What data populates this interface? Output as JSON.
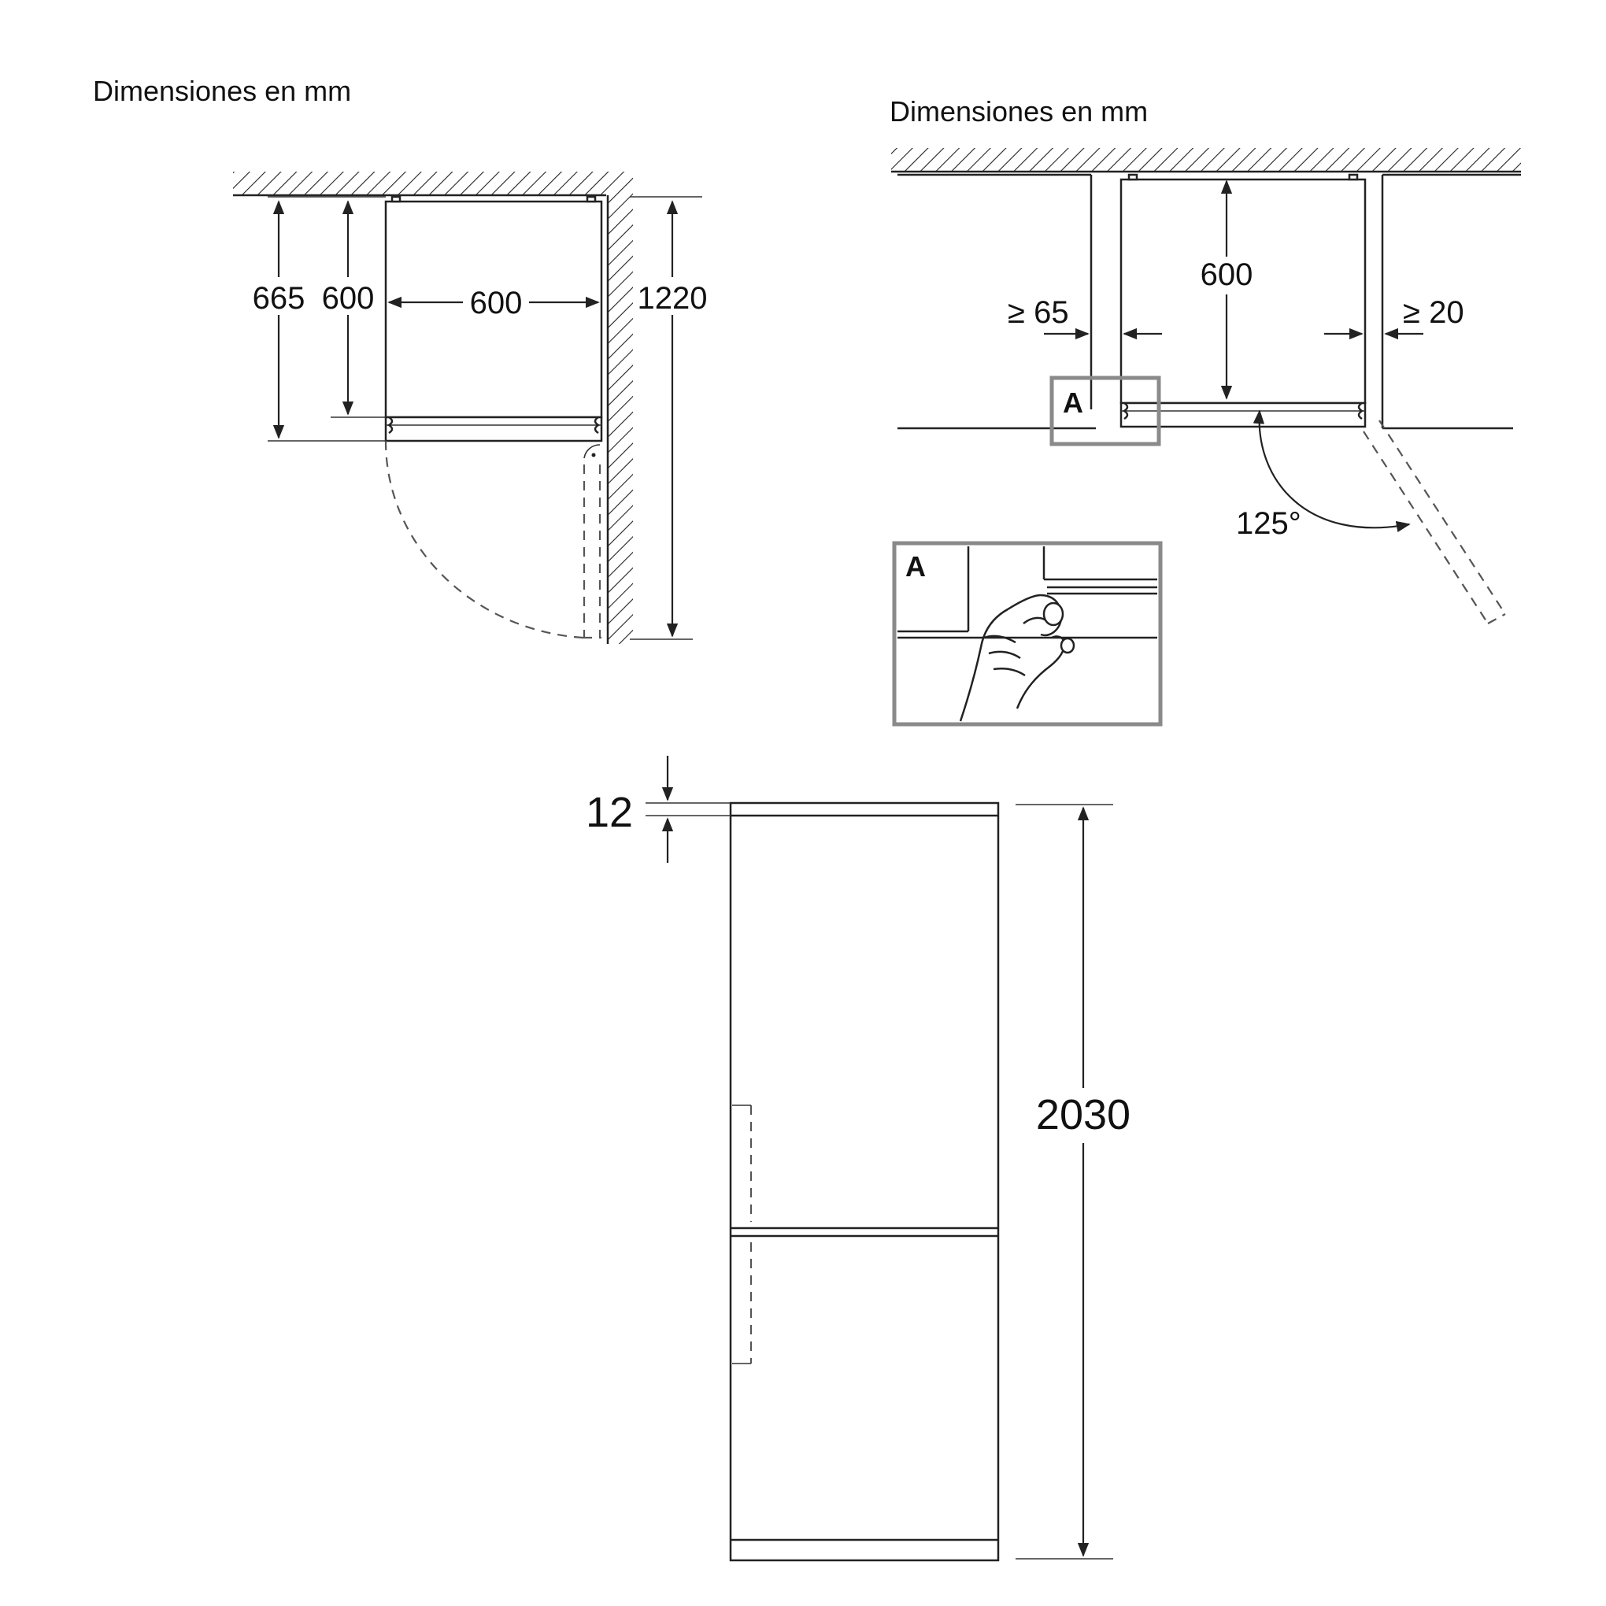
{
  "top_view": {
    "title": "Dimensiones en mm",
    "dim_depth_with_door": "665",
    "dim_depth_body": "600",
    "dim_width": "600",
    "dim_door_open_depth": "1220"
  },
  "niche_view": {
    "title": "Dimensiones en mm",
    "dim_depth": "600",
    "dim_min_gap_left": "≥ 65",
    "dim_min_gap_right": "≥ 20",
    "dim_opening_angle": "125°",
    "detail_marker": "A",
    "detail_label": "A"
  },
  "front_view": {
    "dim_top_gap": "12",
    "dim_height": "2030"
  }
}
